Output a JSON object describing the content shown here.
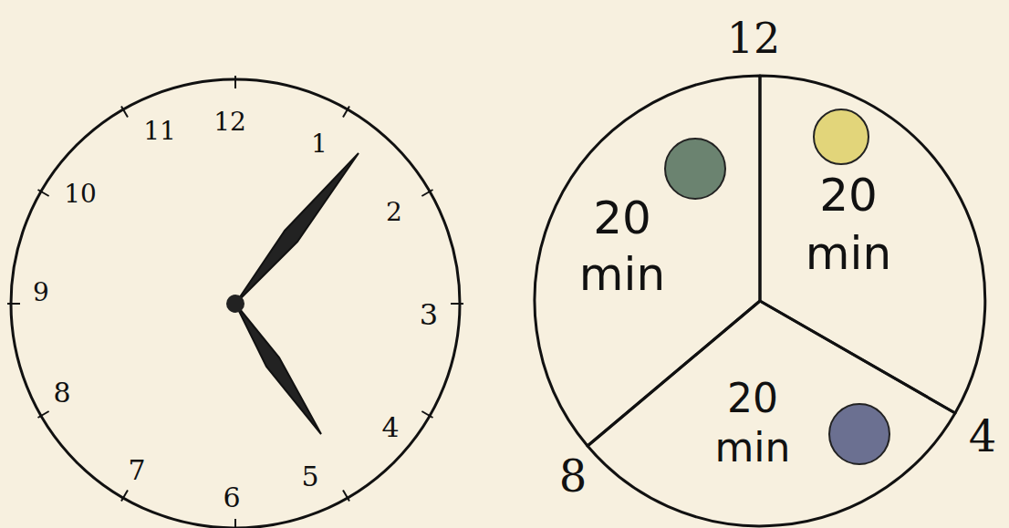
{
  "diagram": {
    "nodes": [
      {
        "text": [
          "20 min"
        ]
      },
      {
        "text": [
          "20 min"
        ]
      },
      {
        "text": [
          "20 min"
        ]
      }
    ],
    "labels": [
      "11",
      "12",
      "1",
      "10",
      "2",
      "9",
      "3",
      "8",
      "4",
      "7",
      "6",
      "5",
      "12",
      "4",
      "8"
    ]
  }
}
